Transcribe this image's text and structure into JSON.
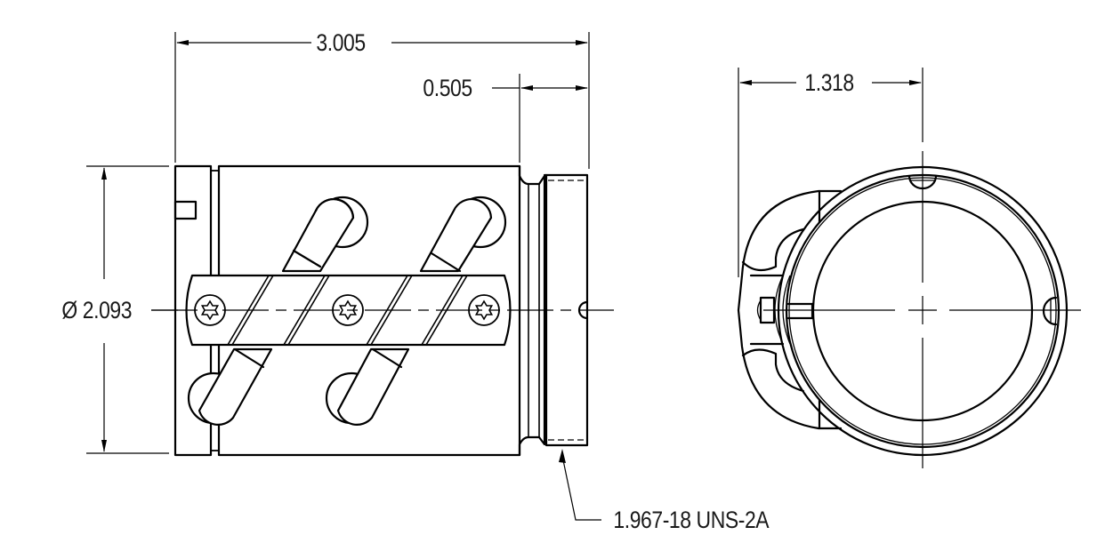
{
  "drawing": {
    "title": "Spindle clamp assembly — side and end views",
    "views": [
      "side-view",
      "end-view"
    ],
    "line_color": "#000000",
    "background": "#ffffff"
  },
  "dimensions": {
    "overall_length": "3.005",
    "thread_length": "0.505",
    "outer_diameter": "Ø 2.093",
    "end_view_offset": "1.318",
    "thread_callout": "1.967-18 UNS-2A"
  },
  "features": {
    "screws": [
      {
        "type": "torx-screw",
        "position": "left"
      },
      {
        "type": "torx-screw",
        "position": "center"
      },
      {
        "type": "torx-screw",
        "position": "right"
      }
    ],
    "clamp_levers": 4,
    "notches": [
      "top-notch",
      "right-notch",
      "thread-notch"
    ]
  }
}
